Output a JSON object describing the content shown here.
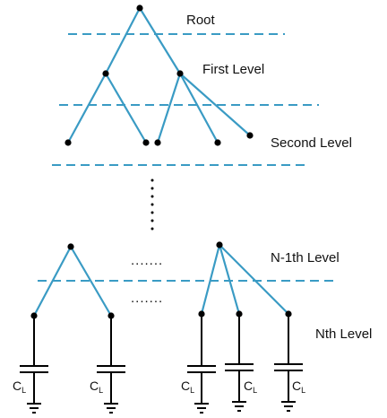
{
  "labels": {
    "root": "Root",
    "first": "First Level",
    "second": "Second Level",
    "n_minus_one": "N-1th Level",
    "nth": "Nth Level"
  },
  "capacitor": {
    "symbol": "C",
    "subscript": "L"
  },
  "ellipsis": {
    "horizontal": ".......",
    "vertical": "⋮"
  },
  "colors": {
    "branch": "#3a9bc4",
    "level_divider": "#3a9bc4",
    "node": "#000000",
    "load": "#000000"
  }
}
